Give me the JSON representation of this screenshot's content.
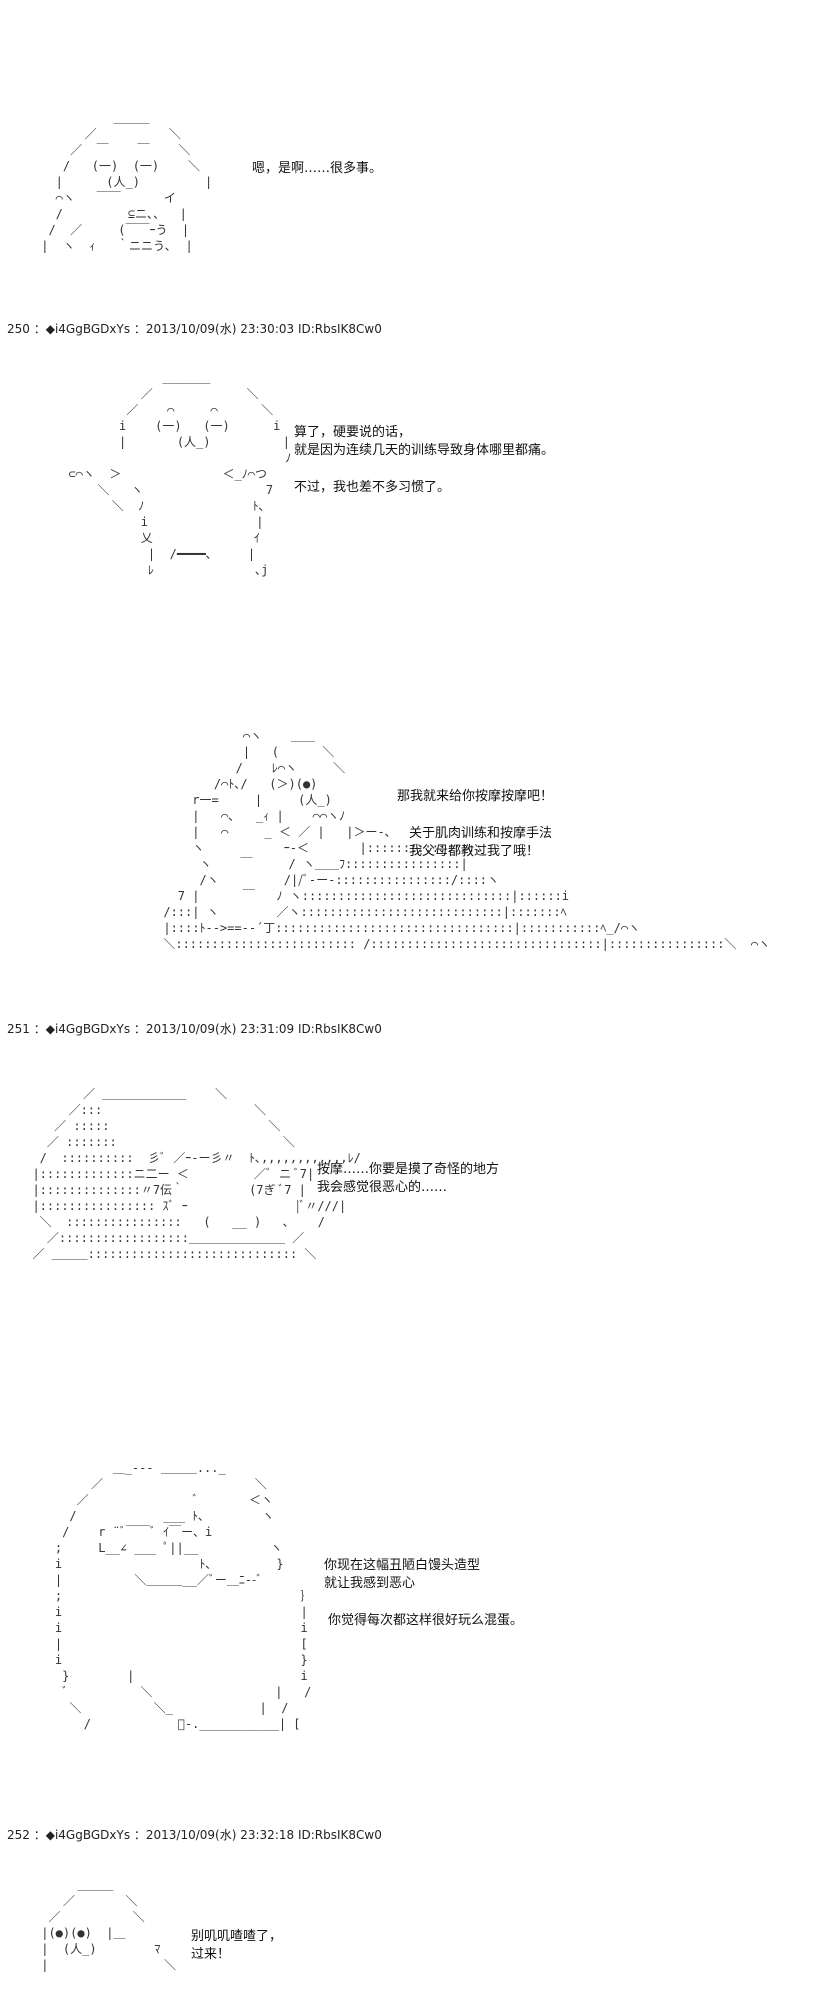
{
  "frame1": {
    "dialog": "嗯，是啊……很多事。"
  },
  "posts": [
    {
      "header": "250 ：◆i4GgBGDxYs ：2013/10/09(水) 23:30:03 ID:RbsIK8Cw0",
      "panels": [
        {
          "lines": [
            "算了，硬要说的话，",
            "就是因为连续几天的训练导致身体哪里都痛。",
            "不过，我也差不多习惯了。"
          ]
        },
        {
          "lines": [
            "那我就来给你按摩按摩吧！",
            "关于肌肉训练和按摩手法",
            "我父母都教过我了哦！"
          ]
        }
      ]
    },
    {
      "header": "251 ：◆i4GgBGDxYs ：2013/10/09(水) 23:31:09 ID:RbsIK8Cw0",
      "panels": [
        {
          "lines": [
            "按摩……你要是摸了奇怪的地方",
            "我会感觉很恶心的……"
          ]
        },
        {
          "lines": [
            "你现在这幅丑陋白馒头造型",
            "就让我感到恶心",
            "你觉得每次都这样很好玩么混蛋。"
          ]
        }
      ]
    },
    {
      "header": "252 ：◆i4GgBGDxYs ：2013/10/09(水) 23:32:18 ID:RbsIK8Cw0",
      "panels": [
        {
          "lines": [
            "别叽叽喳喳了，",
            "过来！"
          ]
        }
      ]
    }
  ]
}
